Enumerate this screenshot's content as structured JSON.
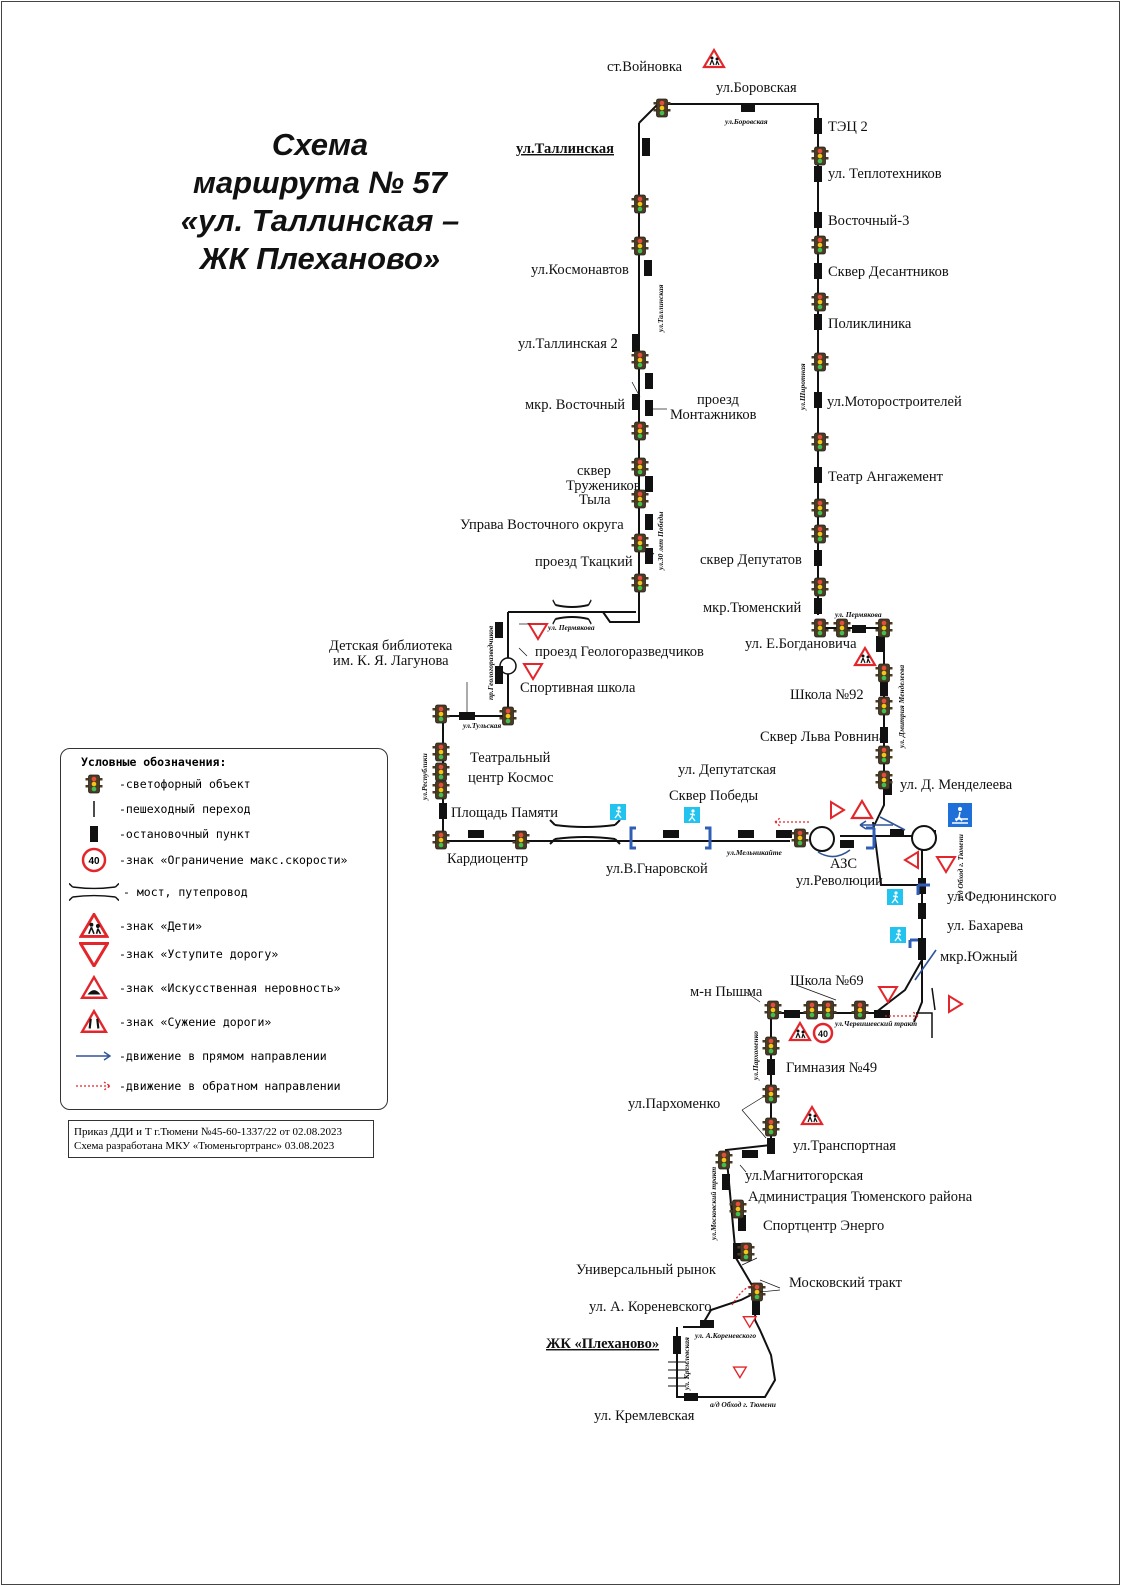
{
  "title": {
    "line1": "Схема",
    "line2": "маршрута № 57",
    "line3": "«ул. Таллинская –",
    "line4": "ЖК Плеханово»"
  },
  "stops": {
    "voynovka": "ст.Войновка",
    "borovskaya": "ул.Боровская",
    "tallinskaya": "ул.Таллинская",
    "tets2": "ТЭЦ 2",
    "teplotekhnikov": "ул. Теплотехников",
    "vostochny3": "Восточный-3",
    "kosmonavtov": "ул.Космонавтов",
    "skver_desantnikov": "Сквер Десантников",
    "poliklinika": "Поликлиника",
    "tallinskaya2": "ул.Таллинская 2",
    "mkr_vostochny": "мкр. Восточный",
    "montazhnikov1": "проезд",
    "montazhnikov2": "Монтажников",
    "motorostroiteley": "ул.Моторостроителей",
    "truzhenikov1": "сквер",
    "truzhenikov2": "Тружеников",
    "truzhenikov3": "Тыла",
    "angazhement": "Театр Ангажемент",
    "uprava": "Управа Восточного округа",
    "tkatsky": "проезд Ткацкий",
    "skver_deputatov": "сквер Депутатов",
    "mkr_tyumensky": "мкр.Тюменский",
    "geologorazvedchikov": "проезд Геологоразведчиков",
    "bogdanovicha": "ул. Е.Богдановича",
    "biblioteka1": "Детская библиотека",
    "biblioteka2": "им. К. Я. Лагунова",
    "sportivnaya": "Спортивная школа",
    "shkola92": "Школа №92",
    "skver_rovnina": "Сквер Льва Ровнина",
    "teatr_kosmos1": "Театральный",
    "teatr_kosmos2": "центр Космос",
    "deputatskaya": "ул. Депутатская",
    "skver_pobedy": "Сквер Победы",
    "mendeleeva": "ул. Д. Менделеева",
    "ploshchad_pamyati": "Площадь Памяти",
    "kardiocentr": "Кардиоцентр",
    "gnarovskoy": "ул.В.Гнаровской",
    "azs": "АЗС",
    "revolyutsii": "ул.Революции",
    "fedyuninskogo": "ул.Федюнинского",
    "bakhareva": "ул. Бахарева",
    "mkr_yuzhny": "мкр.Южный",
    "shkola69": "Школа №69",
    "pyshma": "м-н Пышма",
    "gimnaziya49": "Гимназия №49",
    "parkhomenko": "ул.Пархоменко",
    "transportnaya": "ул.Транспортная",
    "magnitogorskaya": "ул.Магнитогорская",
    "administratsiya": "Администрация Тюменского района",
    "sportcentr": "Спортцентр Энерго",
    "rynok": "Универсальный рынок",
    "moskovsky_trakt": "Московский тракт",
    "korenevskogo": "ул. А. Кореневского",
    "plekhanovo": "ЖК «Плеханово»",
    "kremlevskaya": "ул. Кремлевская"
  },
  "streets": {
    "borovskaya": "ул.Боровская",
    "tallinskaya": "ул.Таллинская",
    "shirotnaya": "ул.Широтная",
    "pobedy": "ул.30 лет Победы",
    "permyakova": "ул. Пермякова",
    "permyakova2": "ул. Пермякова",
    "geologorazvedchikov": "пр.Геологоразведчиков",
    "mendeleeva": "ул. Дмитрия Менделеева",
    "tulskaya": "ул.Тульская",
    "respubliki": "ул.Республики",
    "melnikayte": "ул.Мельникайте",
    "obkhod": "а/д Обход г. Тюмени",
    "chervishevsky": "ул.Червишевский тракт",
    "parkhomenko": "ул.Пархоменко",
    "moskovsky": "ул.Московский тракт",
    "korenevskogo": "ул. А.Кореневского",
    "kremlevskaya": "ул. Кремлевская",
    "obkhod2": "а/д Обход г. Тюмени"
  },
  "speed_limit": "40",
  "legend": {
    "title": "Условные обозначения:",
    "items": [
      {
        "icon": "traffic-light-icon",
        "text": "-светофорный объект"
      },
      {
        "icon": "crosswalk-icon",
        "text": "-пешеходный переход"
      },
      {
        "icon": "bus-stop-icon",
        "text": "-остановочный пункт"
      },
      {
        "icon": "speed-limit-icon",
        "text": "-знак «Ограничение макс.скорости»",
        "value": "40"
      },
      {
        "icon": "bridge-icon",
        "text": "- мост, путепровод"
      },
      {
        "icon": "children-sign-icon",
        "text": "-знак «Дети»"
      },
      {
        "icon": "yield-sign-icon",
        "text": "-знак «Уступите дорогу»"
      },
      {
        "icon": "bump-sign-icon",
        "text": "-знак «Искусственная неровность»"
      },
      {
        "icon": "narrowing-sign-icon",
        "text": "-знак «Сужение дороги»"
      },
      {
        "icon": "forward-arrow-icon",
        "text": "-движение в прямом направлении"
      },
      {
        "icon": "reverse-arrow-icon",
        "text": "-движение в обратном направлении"
      }
    ]
  },
  "order": {
    "line1": "Приказ ДДИ и Т г.Тюмени №45-60-1337/22 от 02.08.2023",
    "line2": "Схема разработана МКУ «Тюменьгортранс» 03.08.2023"
  },
  "colors": {
    "route": "#111111",
    "sign_red": "#e3262b",
    "forward": "#2f5597",
    "pedestrian_blue": "#1e88e5",
    "pedestrian_cyan": "#22c3ee"
  }
}
